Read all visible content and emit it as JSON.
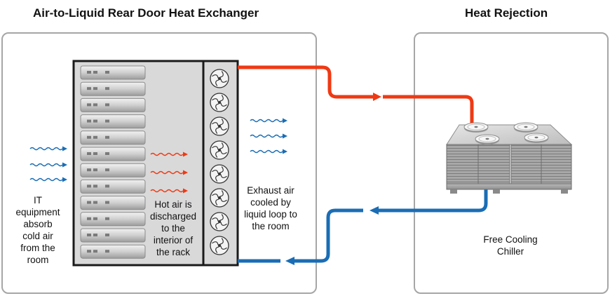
{
  "titles": {
    "left": "Air-to-Liquid Rear Door Heat Exchanger",
    "right": "Heat Rejection"
  },
  "labels": {
    "it_equipment": [
      "IT",
      "equipment",
      "absorb",
      "cold air",
      "from the",
      "room"
    ],
    "hot_air": [
      "Hot air is",
      "discharged",
      "to the",
      "interior of",
      "the rack"
    ],
    "exhaust": [
      "Exhaust air",
      "cooled by",
      "liquid loop to",
      "the room"
    ],
    "chiller": [
      "Free Cooling",
      "Chiller"
    ]
  },
  "colors": {
    "hot_pipe": "#ee3a14",
    "cold_pipe": "#1a6db5",
    "cold_air": "#1a6db5",
    "hot_air": "#ee3a14",
    "panel_border": "#a6a6a6",
    "rack_fill": "#d9d9d9",
    "rack_border": "#1a1a1a"
  },
  "rack": {
    "server_count": 12,
    "fan_count": 8
  }
}
